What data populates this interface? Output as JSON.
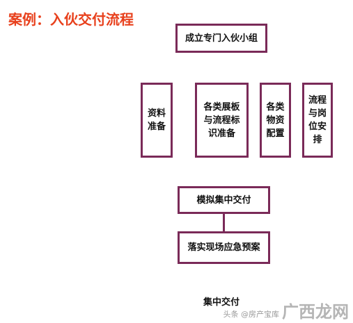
{
  "title": "案例：入伙交付流程",
  "nodes": {
    "team": "成立专门入伙小组",
    "materials": [
      "资料",
      "准备"
    ],
    "boards": [
      "各类展板",
      "与流程标",
      "识准备"
    ],
    "supplies": [
      "各类",
      "物资",
      "配置"
    ],
    "posts": [
      "流程",
      "与岗",
      "位安",
      "排"
    ],
    "simulate": "模拟集中交付",
    "emergency": "落实现场应急预案",
    "final": "集中交付"
  },
  "watermark": {
    "brand": "广西龙网",
    "source": "头条 @房产宝库"
  }
}
